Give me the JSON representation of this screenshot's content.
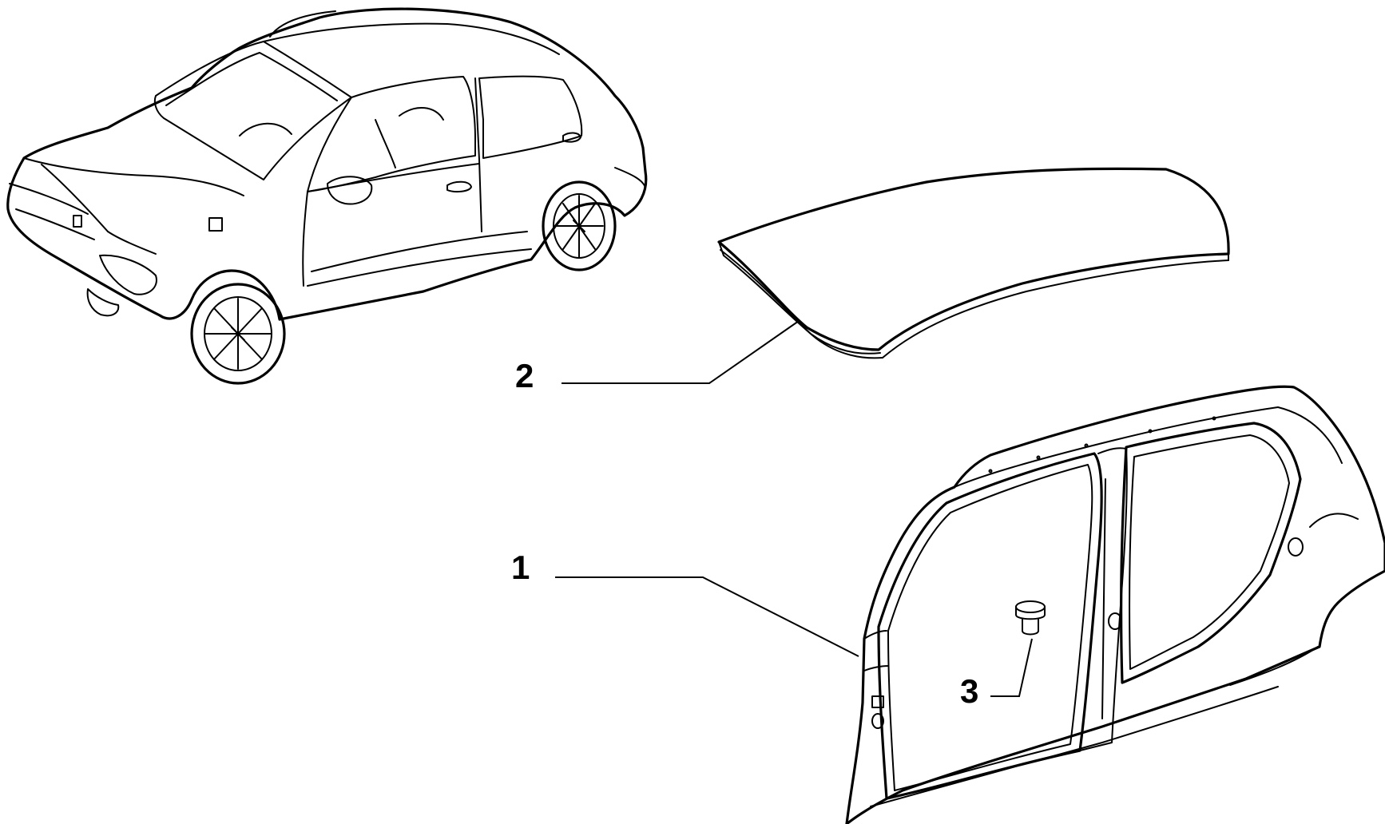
{
  "diagram": {
    "callouts": [
      {
        "number": "1",
        "part": "side-panel"
      },
      {
        "number": "2",
        "part": "roof-panel"
      },
      {
        "number": "3",
        "part": "plug"
      }
    ]
  },
  "colors": {
    "line": "#000000",
    "background": "#ffffff"
  }
}
